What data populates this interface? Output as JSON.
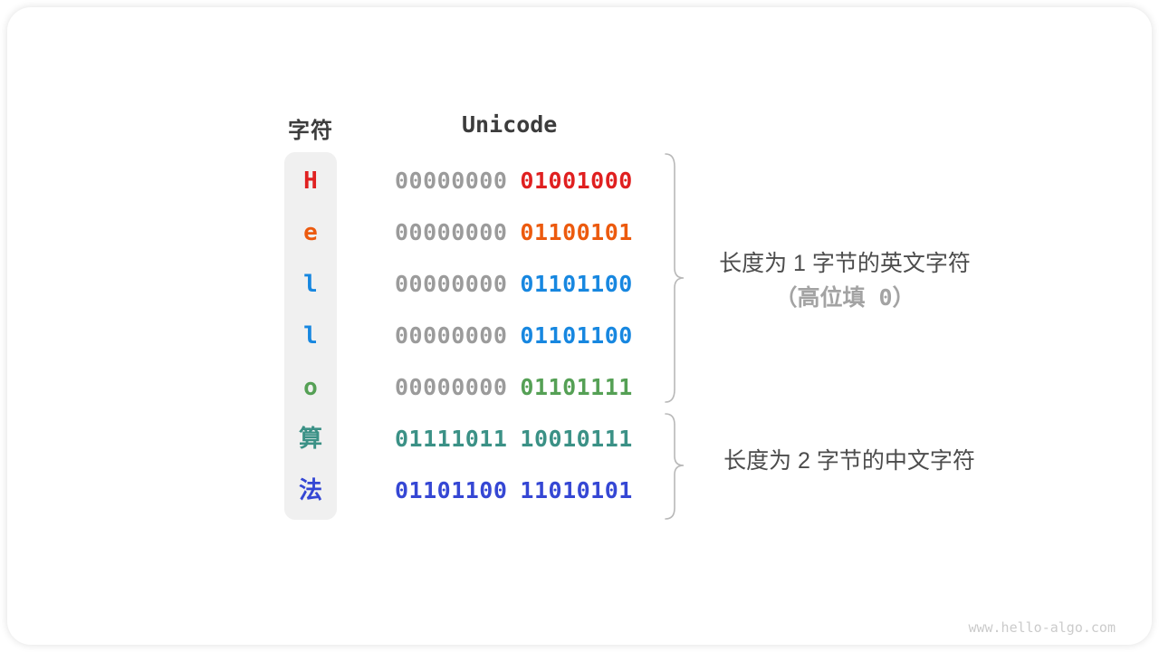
{
  "header": {
    "char_col": "字符",
    "unicode_col": "Unicode"
  },
  "table": {
    "rows": [
      {
        "char": "H",
        "char_color": "#e02020",
        "byte1": "00000000",
        "byte1_color": "#9b9b9b",
        "byte2": "01001000",
        "byte2_color": "#e02020"
      },
      {
        "char": "e",
        "char_color": "#ec5a0e",
        "byte1": "00000000",
        "byte1_color": "#9b9b9b",
        "byte2": "01100101",
        "byte2_color": "#ec5a0e"
      },
      {
        "char": "l",
        "char_color": "#1787e0",
        "byte1": "00000000",
        "byte1_color": "#9b9b9b",
        "byte2": "01101100",
        "byte2_color": "#1787e0"
      },
      {
        "char": "l",
        "char_color": "#1787e0",
        "byte1": "00000000",
        "byte1_color": "#9b9b9b",
        "byte2": "01101100",
        "byte2_color": "#1787e0"
      },
      {
        "char": "o",
        "char_color": "#55a055",
        "byte1": "00000000",
        "byte1_color": "#9b9b9b",
        "byte2": "01101111",
        "byte2_color": "#55a055"
      },
      {
        "char": "算",
        "char_color": "#3b9186",
        "byte1": "01111011",
        "byte1_color": "#3b9186",
        "byte2": "10010111",
        "byte2_color": "#3b9186"
      },
      {
        "char": "法",
        "char_color": "#3547d4",
        "byte1": "01101100",
        "byte1_color": "#3547d4",
        "byte2": "11010101",
        "byte2_color": "#3547d4"
      }
    ]
  },
  "annotations": {
    "english": {
      "line1": "长度为 1 字节的英文字符",
      "line2": "（高位填 0）"
    },
    "chinese": {
      "line1": "长度为 2 字节的中文字符"
    }
  },
  "watermark": "www.hello-algo.com",
  "colors": {
    "heading_text": "#3c3c3c",
    "leading_zero_gray": "#9b9b9b",
    "annotation_text": "#4c4c4c",
    "annotation_sub_text": "#a3a3a3",
    "brace": "#b8b8b8",
    "watermark_text": "#cbcbcb",
    "char_column_bg": "#f0f0f0"
  }
}
